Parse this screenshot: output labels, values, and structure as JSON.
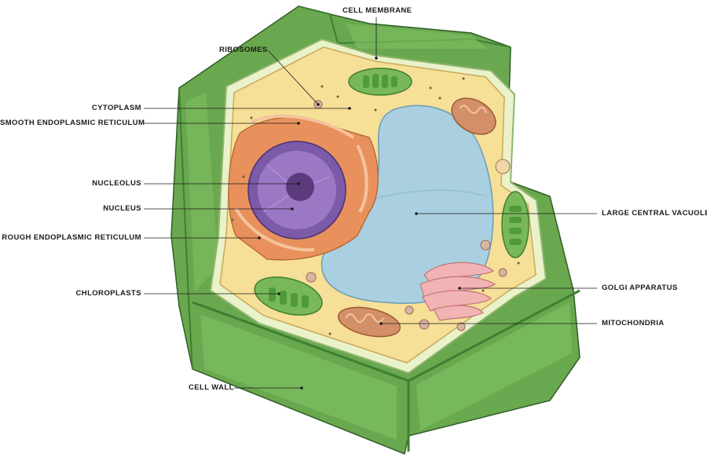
{
  "labels": {
    "cell_membrane": "CELL MEMBRANE",
    "ribosomes": "RIBOSOMES",
    "cytoplasm": "CYTOPLASM",
    "smooth_er": "SMOOTH ENDOPLASMIC RETICULUM",
    "nucleolus": "NUCLEOLUS",
    "nucleus": "NUCLEUS",
    "rough_er": "ROUGH ENDOPLASMIC RETICULUM",
    "chloroplasts": "CHLOROPLASTS",
    "cell_wall": "CELL WALL",
    "large_central_vacuole": "LARGE CENTRAL VACUOLE",
    "golgi_apparatus": "GOLGI APPARATUS",
    "mitochondria": "MITOCHONDRIA"
  },
  "colors": {
    "cell_wall": "#6aa84f",
    "cell_wall_dark": "#3f7f33",
    "cytoplasm": "#f6df96",
    "vacuole": "#a9cfe0",
    "nucleus": "#9b78c4",
    "nucleolus": "#5b3a7e",
    "er": "#e8915c",
    "golgi": "#f2b3b4",
    "mitochondria": "#d39068",
    "chloroplast": "#78b85a"
  }
}
